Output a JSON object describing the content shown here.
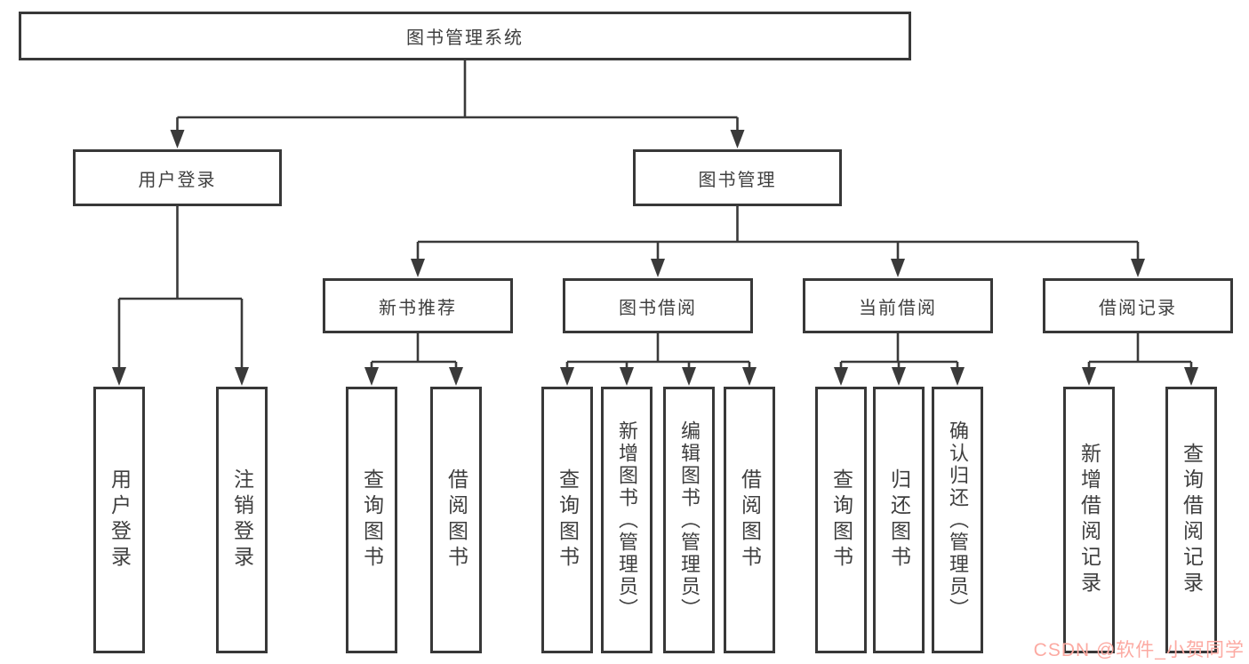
{
  "diagram": {
    "title": "图书管理系统",
    "colors": {
      "line": "#3a3a3a",
      "box_border": "#383838",
      "text": "#3f3f3f",
      "background": "#ffffff",
      "watermark": "#fcaaa2"
    },
    "root": {
      "label": "图书管理系统"
    },
    "level2": [
      {
        "label": "用户登录"
      },
      {
        "label": "图书管理"
      }
    ],
    "level3": [
      {
        "label": "新书推荐",
        "parent": "图书管理"
      },
      {
        "label": "图书借阅",
        "parent": "图书管理"
      },
      {
        "label": "当前借阅",
        "parent": "图书管理"
      },
      {
        "label": "借阅记录",
        "parent": "图书管理"
      }
    ],
    "leaves": [
      {
        "label": "用户登录",
        "parent": "用户登录"
      },
      {
        "label": "注销登录",
        "parent": "用户登录"
      },
      {
        "label": "查询图书",
        "parent": "新书推荐"
      },
      {
        "label": "借阅图书",
        "parent": "新书推荐"
      },
      {
        "label": "查询图书",
        "parent": "图书借阅"
      },
      {
        "label": "新增图书（管理员）",
        "parent": "图书借阅"
      },
      {
        "label": "编辑图书（管理员）",
        "parent": "图书借阅"
      },
      {
        "label": "借阅图书",
        "parent": "图书借阅"
      },
      {
        "label": "查询图书",
        "parent": "当前借阅"
      },
      {
        "label": "归还图书",
        "parent": "当前借阅"
      },
      {
        "label": "确认归还（管理员）",
        "parent": "当前借阅"
      },
      {
        "label": "新增借阅记录",
        "parent": "借阅记录"
      },
      {
        "label": "查询借阅记录",
        "parent": "借阅记录"
      }
    ]
  },
  "watermark": {
    "text": "CSDN @软件_小贺同学"
  }
}
